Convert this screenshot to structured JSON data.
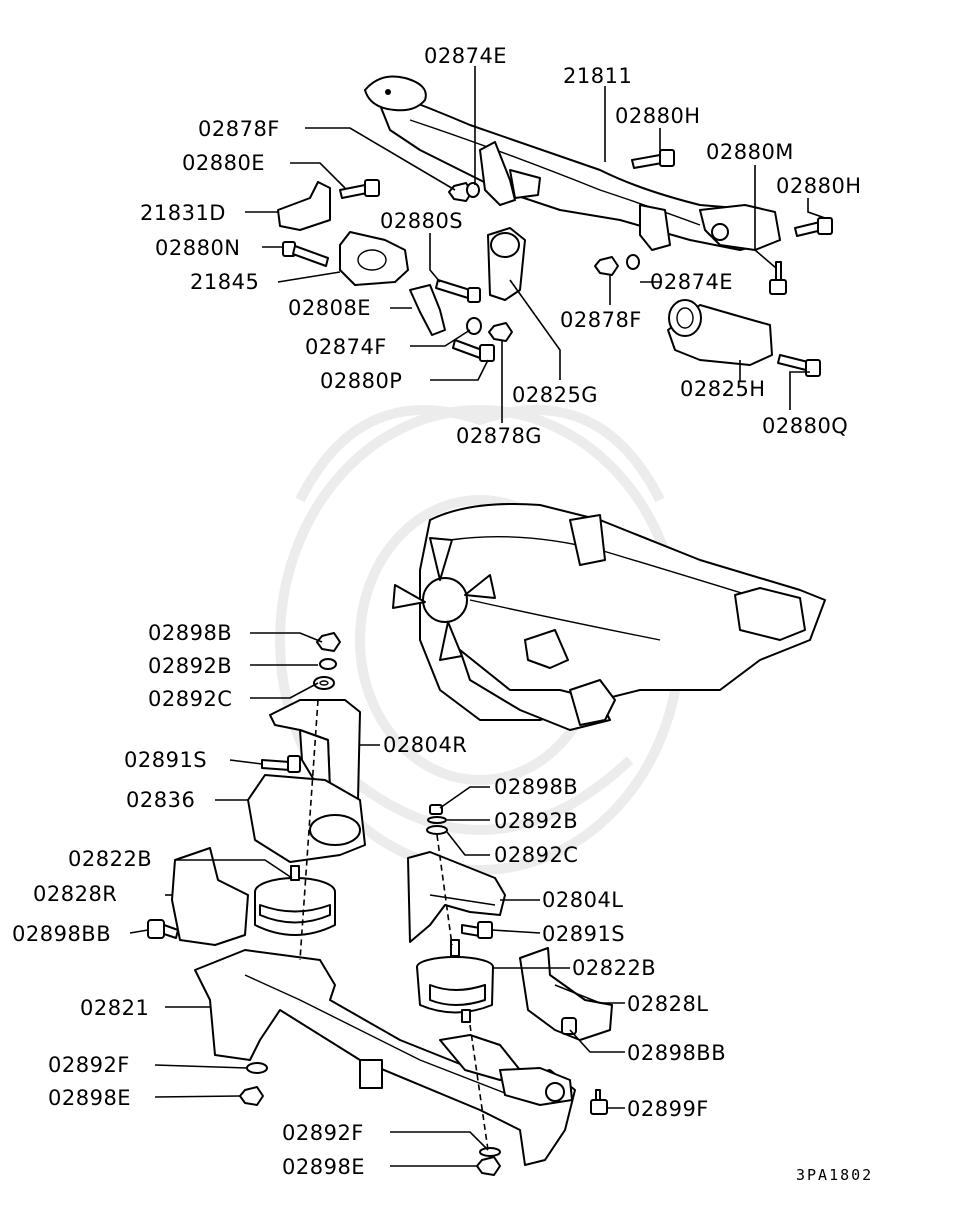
{
  "diagram_code": "3PA1802",
  "callouts": {
    "c02874E_top": "02874E",
    "c21811": "21811",
    "c02878F_top": "02878F",
    "c02880H_top": "02880H",
    "c02880E": "02880E",
    "c02880M": "02880M",
    "c02880H_right": "02880H",
    "c21831D": "21831D",
    "c02880S": "02880S",
    "c02880N": "02880N",
    "c21845": "21845",
    "c02874E_mid": "02874E",
    "c02808E": "02808E",
    "c02878F_mid": "02878F",
    "c02874F": "02874F",
    "c02880P": "02880P",
    "c02825G": "02825G",
    "c02825H": "02825H",
    "c02878G": "02878G",
    "c02880Q": "02880Q",
    "c02898B_l": "02898B",
    "c02892B_l": "02892B",
    "c02892C_l": "02892C",
    "c02804R": "02804R",
    "c02891S_l": "02891S",
    "c02836": "02836",
    "c02898B_r": "02898B",
    "c02892B_r": "02892B",
    "c02822B_l": "02822B",
    "c02892C_r": "02892C",
    "c02828R": "02828R",
    "c02804L": "02804L",
    "c02898BB_l": "02898BB",
    "c02891S_r": "02891S",
    "c02822B_r": "02822B",
    "c02821": "02821",
    "c02828L": "02828L",
    "c02898BB_r": "02898BB",
    "c02892F_l": "02892F",
    "c02898E_l": "02898E",
    "c02899F": "02899F",
    "c02892F_b": "02892F",
    "c02898E_b": "02898E"
  }
}
